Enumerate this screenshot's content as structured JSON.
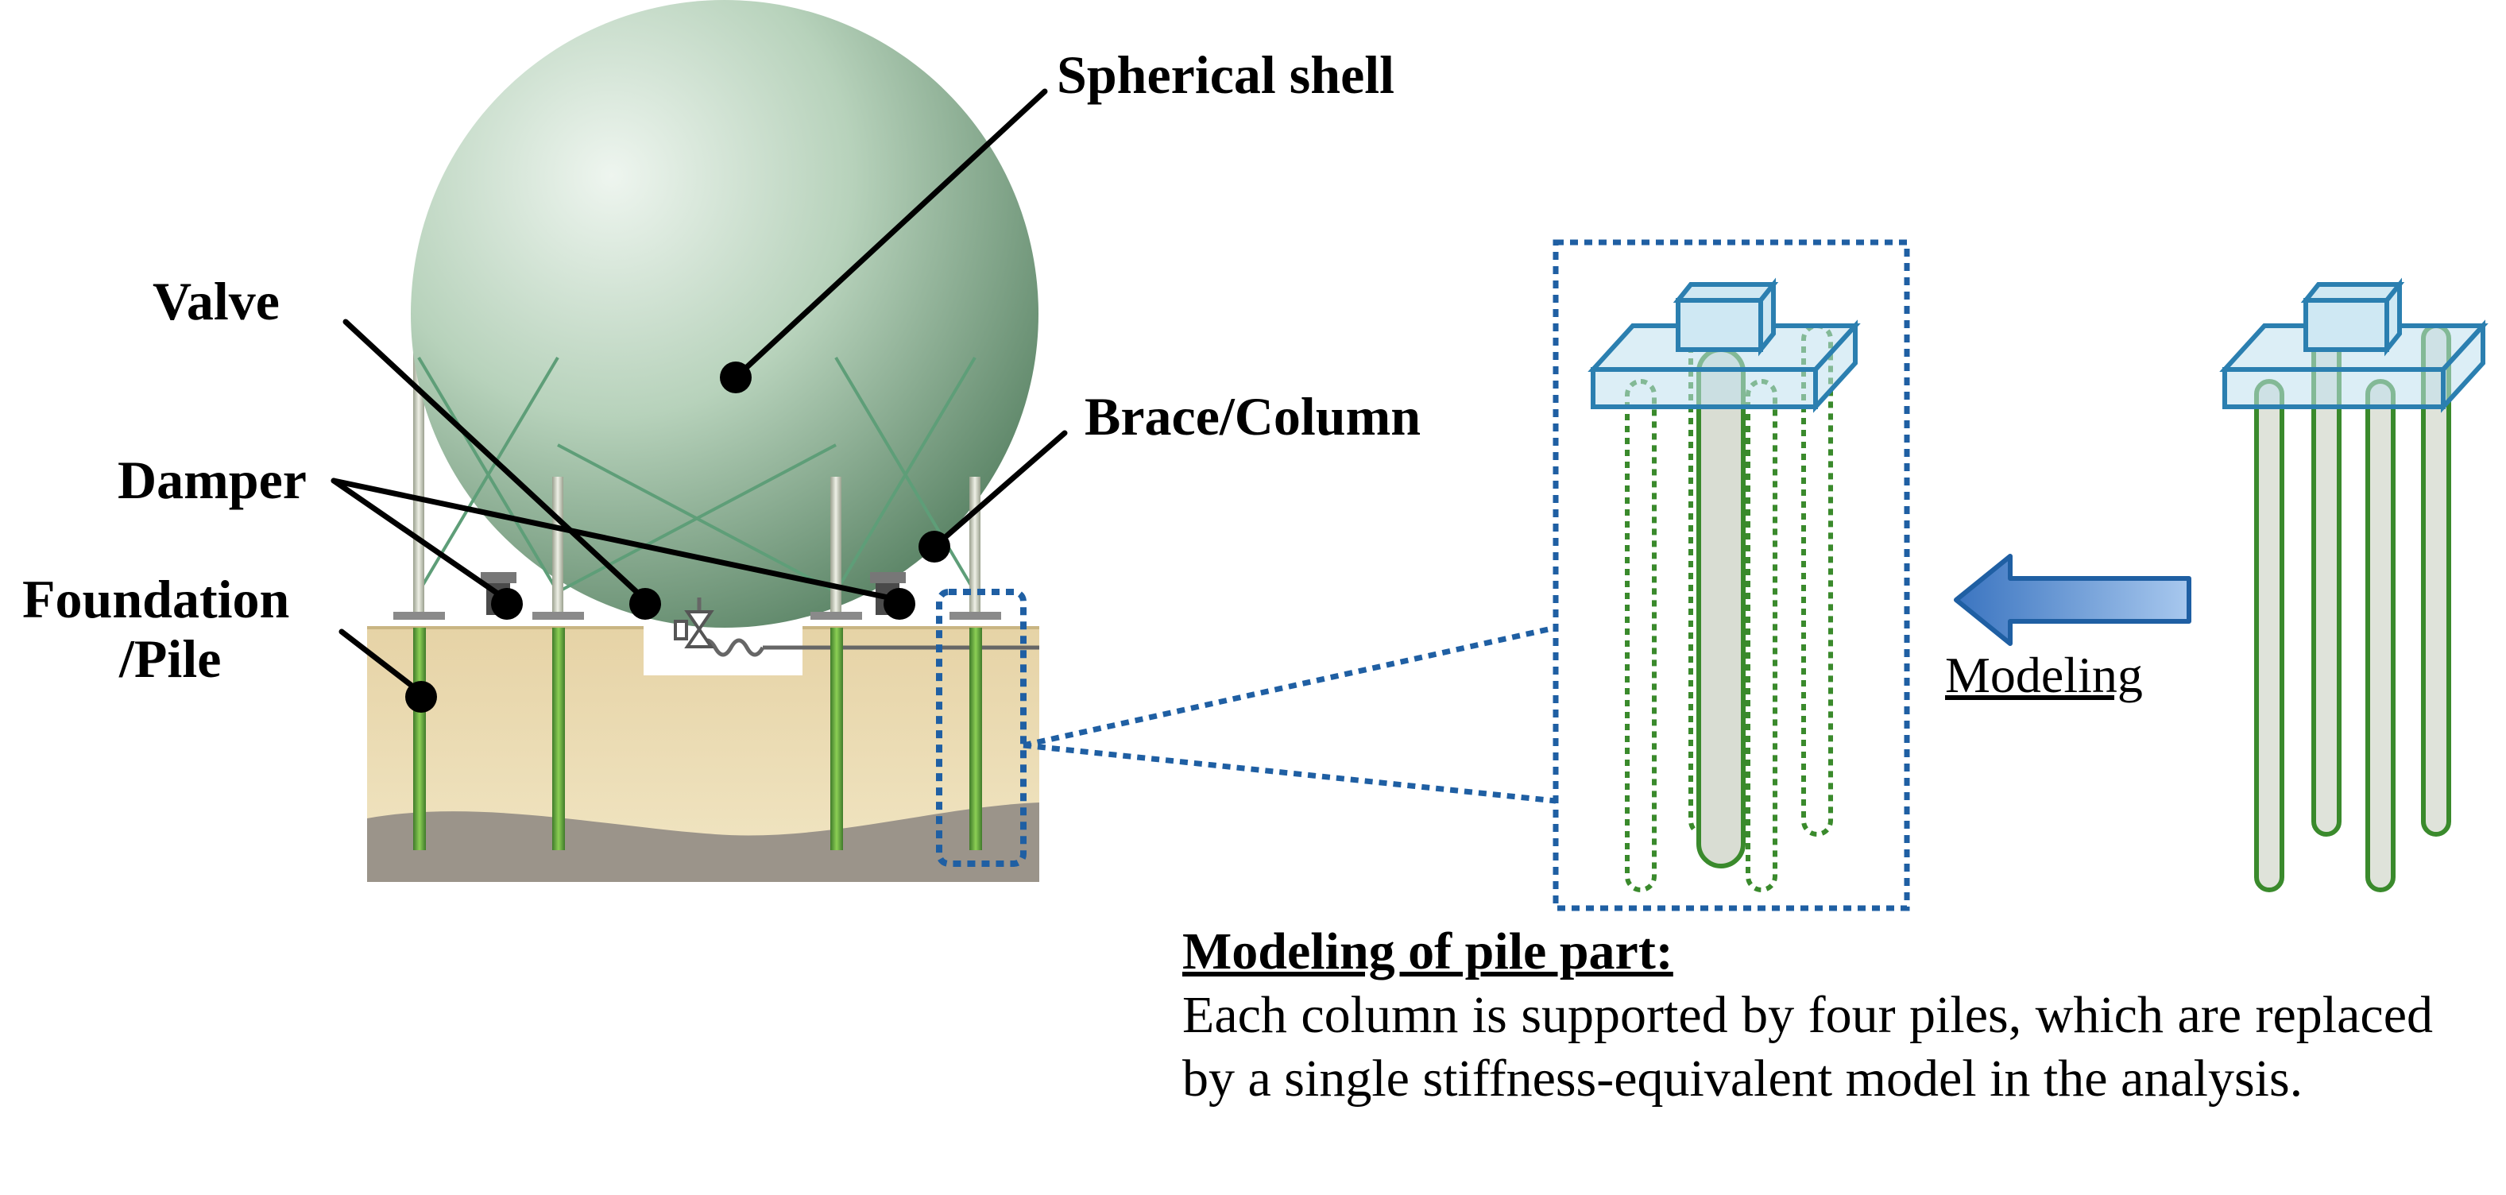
{
  "labels": {
    "spherical_shell": "Spherical shell",
    "valve": "Valve",
    "brace_column": "Brace/Column",
    "damper": "Damper",
    "foundation_line1": "Foundation",
    "foundation_line2": "/Pile",
    "modeling": "Modeling"
  },
  "caption": {
    "title": "Modeling of pile part:",
    "body": "Each column is supported by four piles, which are replaced by a single stiffness-equivalent model in the analysis."
  },
  "colors": {
    "sphere": "#9fc2a6",
    "ground": "#e8d8ac",
    "bedrock": "#9b948a",
    "pile_green": "#3a8a2c",
    "model_blue": "#2b7fb0",
    "arrow_blue": "#4a86cc",
    "dotted_box": "#1f5fa3"
  },
  "icons": [
    "dot-marker",
    "valve-symbol",
    "arrow-left-icon"
  ]
}
